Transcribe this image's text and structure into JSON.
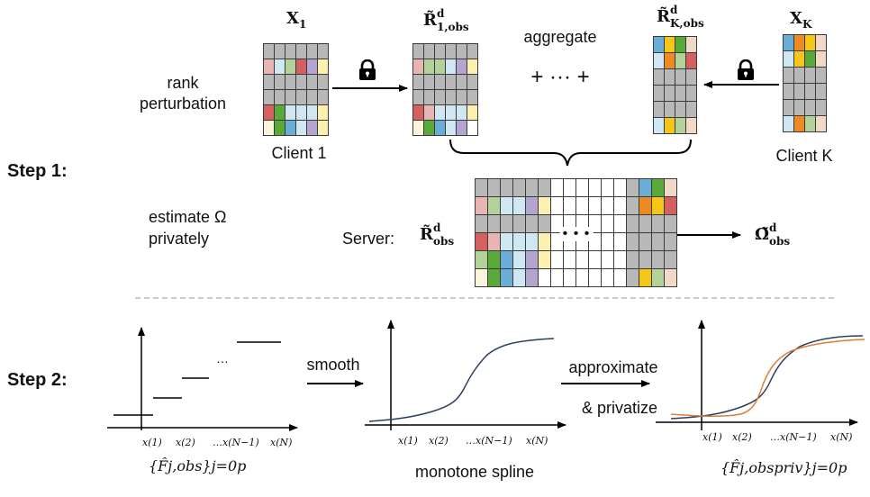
{
  "step1": {
    "label": "Step 1:",
    "rank_perturbation": [
      "rank",
      "perturbation"
    ],
    "client1_label": "Client 1",
    "clientK_label": "Client K",
    "aggregate_label": "aggregate",
    "plus_dots": "+ ··· +",
    "estimate_label": "estimate Ω",
    "privately_label": "privately",
    "server_label": "Server:",
    "ellipsis": "• • •",
    "math": {
      "x1": {
        "base": "X",
        "sub": "1"
      },
      "xK": {
        "base": "X",
        "sub": "K"
      },
      "r1": {
        "base": "R̃",
        "sup": "d",
        "sub": "1,obs"
      },
      "rK": {
        "base": "R̃",
        "sup": "d",
        "sub": "K,obs"
      },
      "r_obs": {
        "base": "R̃",
        "sup": "d",
        "sub": "obs"
      },
      "omega_obs": {
        "base": "Ω̃",
        "sup": "d",
        "sub": "obs"
      }
    }
  },
  "step2": {
    "label": "Step 2:",
    "smooth_label": "smooth",
    "approximate_label": "approximate",
    "privatize_label": "& privatize",
    "monotone_label": "monotone spline",
    "ticks": [
      "x(1)",
      "x(2)",
      "…x(N−1)",
      "x(N)"
    ],
    "step_dots": "…",
    "f_hat_label": "{F̂j,obs}j=0p",
    "f_priv_label": "{F̂j,obspriv}j=0p"
  },
  "colors": {
    "gray": "#b8b8b8",
    "blue": "#6aaed6",
    "yellow": "#f5c518",
    "green": "#5aaa3a",
    "orange": "#ef8a22",
    "peach": "#f2d9c7",
    "pink": "#e8b4b4",
    "lightblue": "#cfe6f3",
    "lightgreen": "#b3d29a",
    "lavender": "#b4a5d0",
    "lightyellow": "#fbf0b0",
    "red": "#d46060",
    "cream": "#fbf3dc",
    "white": "#ffffff",
    "curve_blue": "#2a3f5f",
    "curve_orange": "#e07b39",
    "divider": "#aaaaaa"
  },
  "matrices": {
    "client1": [
      [
        "gray",
        "gray",
        "gray",
        "gray",
        "gray",
        "gray"
      ],
      [
        "pink",
        "lightblue",
        "lightgreen",
        "red",
        "lavender",
        "lightyellow"
      ],
      [
        "gray",
        "gray",
        "gray",
        "gray",
        "gray",
        "gray"
      ],
      [
        "gray",
        "gray",
        "gray",
        "gray",
        "gray",
        "gray"
      ],
      [
        "red",
        "green",
        "lightblue",
        "lightblue",
        "lightblue",
        "lightyellow"
      ],
      [
        "cream",
        "green",
        "blue",
        "lightblue",
        "lavender",
        "lightyellow"
      ]
    ],
    "r1": [
      [
        "gray",
        "gray",
        "gray",
        "gray",
        "gray",
        "gray"
      ],
      [
        "pink",
        "lightgreen",
        "lightgreen",
        "lightblue",
        "lavender",
        "lightyellow"
      ],
      [
        "gray",
        "gray",
        "gray",
        "gray",
        "gray",
        "gray"
      ],
      [
        "gray",
        "gray",
        "gray",
        "gray",
        "gray",
        "gray"
      ],
      [
        "red",
        "pink",
        "lightblue",
        "lightblue",
        "lightblue",
        "lightyellow"
      ],
      [
        "cream",
        "green",
        "blue",
        "lightblue",
        "lavender",
        "white"
      ]
    ],
    "rK": [
      [
        "blue",
        "yellow",
        "green",
        "peach"
      ],
      [
        "lightblue",
        "orange",
        "lightgreen",
        "red"
      ],
      [
        "gray",
        "gray",
        "gray",
        "gray"
      ],
      [
        "gray",
        "gray",
        "gray",
        "gray"
      ],
      [
        "gray",
        "gray",
        "gray",
        "gray"
      ],
      [
        "lightblue",
        "yellow",
        "lightgreen",
        "peach"
      ]
    ],
    "clientK": [
      [
        "blue",
        "orange",
        "yellow",
        "peach"
      ],
      [
        "lightblue",
        "yellow",
        "green",
        "peach"
      ],
      [
        "gray",
        "gray",
        "gray",
        "gray"
      ],
      [
        "gray",
        "gray",
        "gray",
        "gray"
      ],
      [
        "gray",
        "gray",
        "gray",
        "gray"
      ],
      [
        "lightblue",
        "orange",
        "lightgreen",
        "peach"
      ]
    ],
    "server": [
      [
        "gray",
        "gray",
        "gray",
        "gray",
        "gray",
        "gray",
        "white",
        "white",
        "white",
        "white",
        "white",
        "white",
        "gray",
        "blue",
        "green",
        "peach"
      ],
      [
        "pink",
        "lightgreen",
        "lightblue",
        "lightblue",
        "lavender",
        "lightyellow",
        "white",
        "white",
        "white",
        "white",
        "white",
        "white",
        "gray",
        "orange",
        "yellow",
        "red"
      ],
      [
        "gray",
        "gray",
        "gray",
        "gray",
        "gray",
        "gray",
        "white",
        "white",
        "white",
        "white",
        "white",
        "white",
        "gray",
        "gray",
        "gray",
        "gray"
      ],
      [
        "red",
        "pink",
        "lightblue",
        "lightblue",
        "lightblue",
        "lightyellow",
        "white",
        "white",
        "white",
        "white",
        "white",
        "white",
        "gray",
        "gray",
        "gray",
        "gray"
      ],
      [
        "lightgreen",
        "green",
        "blue",
        "lightblue",
        "lavender",
        "lightyellow",
        "white",
        "white",
        "white",
        "white",
        "white",
        "white",
        "gray",
        "gray",
        "gray",
        "gray"
      ],
      [
        "cream",
        "green",
        "blue",
        "lightblue",
        "lavender",
        "white",
        "white",
        "white",
        "white",
        "white",
        "white",
        "white",
        "gray",
        "yellow",
        "lightgreen",
        "peach"
      ]
    ]
  }
}
